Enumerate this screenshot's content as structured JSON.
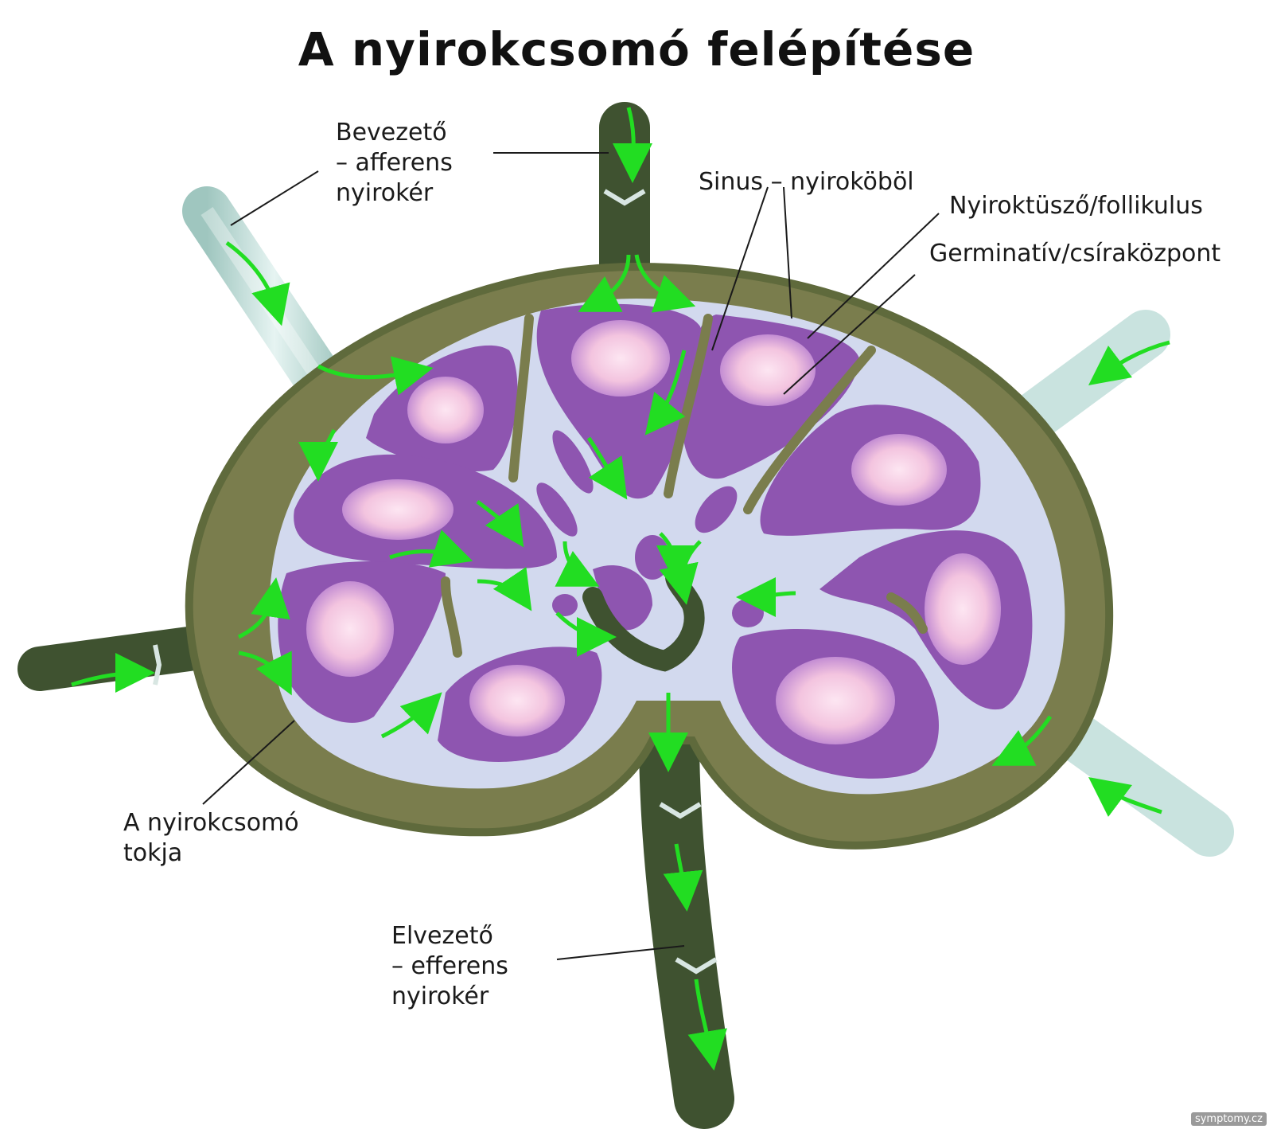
{
  "title": "A nyirokcsomó felépítése",
  "labels": {
    "afferent": "Bevezető\n– afferens\nnyirokér",
    "sinus": "Sinus – nyiroköböl",
    "follicle": "Nyiroktüsző/follikulus",
    "germinal": "Germinatív/csíraközpont",
    "capsule": "A nyirokcsomó\ntokja",
    "efferent": "Elvezető\n– efferens\nnyirokér"
  },
  "watermark": "symptomy.cz",
  "colors": {
    "capsule": "#7a7d4d",
    "capsule_dark": "#5f6a3c",
    "sinus": "#d2d9ee",
    "follicle": "#8e55b0",
    "germinal": "#f3c4df",
    "afferent_vessel": "#c9e3df",
    "efferent_vessel": "#3f5230",
    "flow_arrow": "#22dd22",
    "leader_line": "#1a1a1a"
  }
}
